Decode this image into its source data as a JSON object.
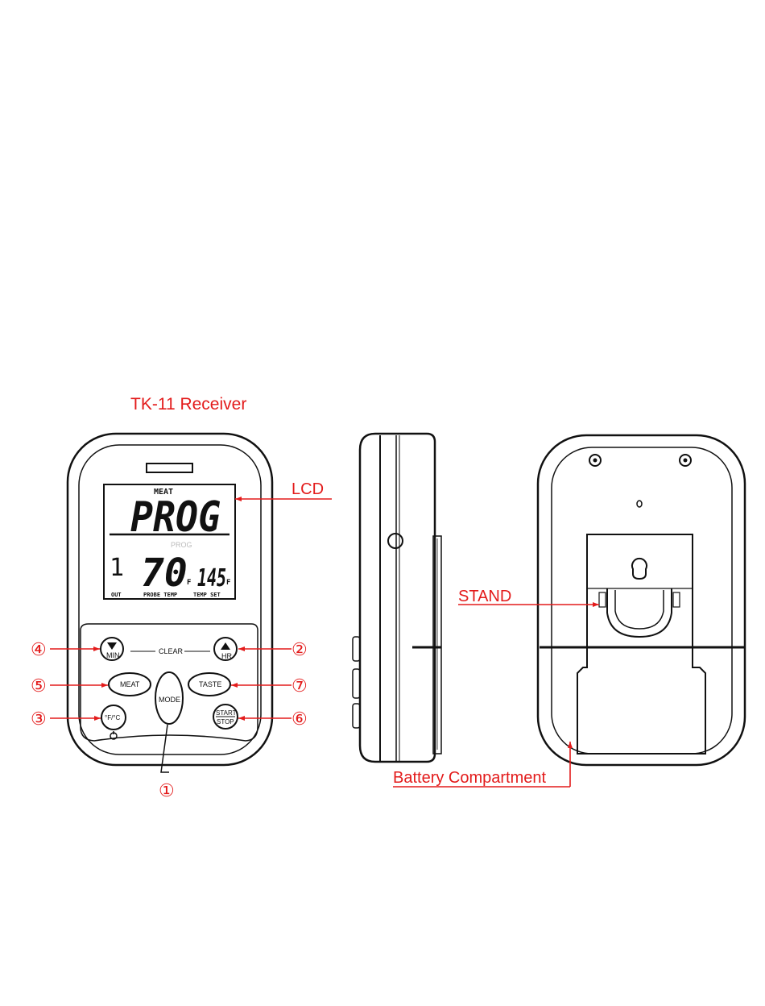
{
  "title": "TK-11 Receiver",
  "callouts": {
    "lcd": "LCD",
    "stand": "STAND",
    "battery": "Battery Compartment"
  },
  "lcd": {
    "top_label": "MEAT",
    "main_readout": "PROG",
    "sub_label": "PROG",
    "left_digit": "1",
    "probe_temp": "70",
    "probe_unit": "F",
    "set_temp": "145",
    "set_unit": "F",
    "bottom_left": "OUT",
    "bottom_mid": "PROBE TEMP",
    "bottom_right": "TEMP SET"
  },
  "buttons": {
    "min": "MIN",
    "hr": "HR",
    "clear": "CLEAR",
    "meat": "MEAT",
    "taste": "TASTE",
    "mode": "MODE",
    "unit": "°F/°C",
    "start": "START",
    "stop": "STOP"
  },
  "markers": {
    "m1": "①",
    "m2": "②",
    "m3": "③",
    "m4": "④",
    "m5": "⑤",
    "m6": "⑥",
    "m7": "⑦"
  }
}
